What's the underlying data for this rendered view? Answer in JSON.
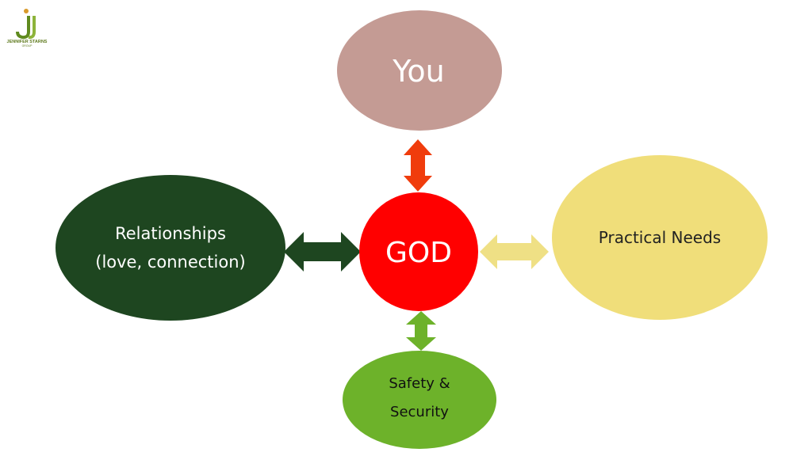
{
  "logo": {
    "text": "JENNIFER STARNS",
    "subtext": "GROUP"
  },
  "nodes": {
    "you": {
      "label": "You",
      "color": "#c49b94"
    },
    "god": {
      "label": "GOD",
      "color": "#ff0000"
    },
    "relationships": {
      "line1": "Relationships",
      "line2": "(love, connection)",
      "color": "#1e4620"
    },
    "practical": {
      "label": "Practical Needs",
      "color": "#f0de7a"
    },
    "safety": {
      "line1": "Safety &",
      "line2": "Security",
      "color": "#6db22a"
    }
  },
  "arrows": {
    "you_god": "#f03c0c",
    "relationships_god": "#1e4620",
    "practical_god": "#efe085",
    "safety_god": "#6db22a"
  }
}
